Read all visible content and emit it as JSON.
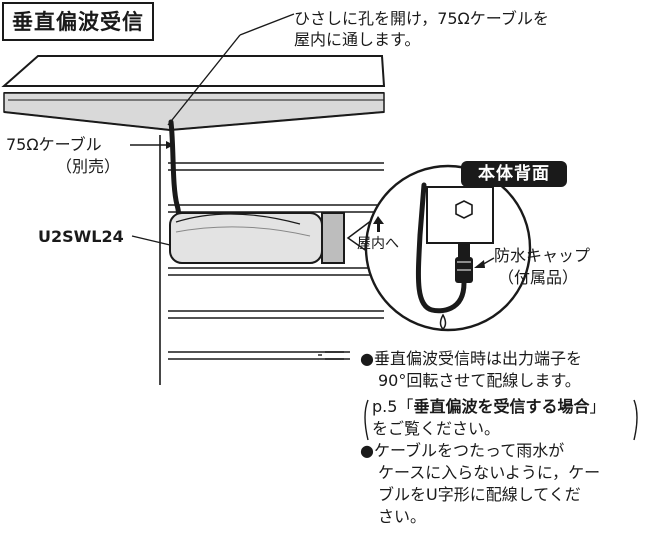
{
  "title": "垂直偏波受信",
  "callout_top": [
    "ひさしに孔を開け，75Ωケーブルを",
    "屋内に通します。"
  ],
  "cable_label": "75Ωケーブル",
  "cable_sub": "（別売）",
  "model": "U2SWL24",
  "badge": "本体背面",
  "indoor": "屋内へ",
  "cap_label": [
    "防水キャップ",
    "（付属品）"
  ],
  "notes": {
    "note1_lines": [
      "●垂直偏波受信時は出力端子を",
      "90°回転させて配線します。"
    ],
    "ref_prefix": "p.5「",
    "ref_bold": "垂直偏波を受信する場合",
    "ref_suffix": "」",
    "ref_line2": "をご覧ください。",
    "note2_lines": [
      "●ケーブルをつたって雨水が",
      "ケースに入らないように，ケー",
      "ブルをU字形に配線してくだ",
      "さい。"
    ]
  }
}
